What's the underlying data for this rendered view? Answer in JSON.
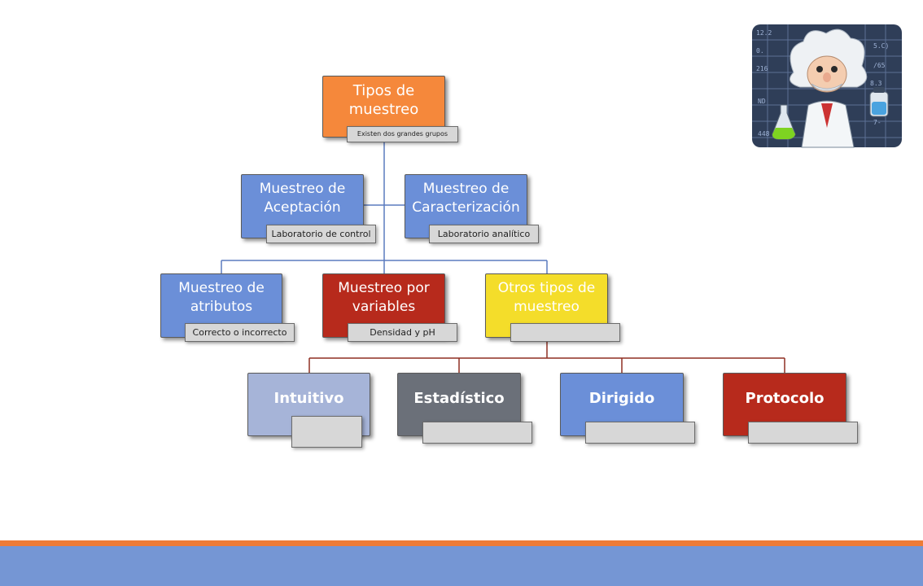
{
  "diagram": {
    "root": {
      "title": "Tipos de muestreo",
      "note": "Existen dos grandes grupos",
      "color": "#f5883b"
    },
    "level2": [
      {
        "title": "Muestreo de Aceptación",
        "note": "Laboratorio de control",
        "color": "#6b8fd8"
      },
      {
        "title": "Muestreo de Caracterización",
        "note": "Laboratorio analítico",
        "color": "#6b8fd8"
      }
    ],
    "level3": [
      {
        "title": "Muestreo de atributos",
        "note": "Correcto o incorrecto",
        "color": "#6b8fd8"
      },
      {
        "title": "Muestreo por variables",
        "note": "Densidad y pH",
        "color": "#b72a1c"
      },
      {
        "title": "Otros tipos de muestreo",
        "note": "",
        "color": "#f4dd2a"
      }
    ],
    "level4": [
      {
        "title": "Intuitivo",
        "note": "",
        "color": "#a6b4d8"
      },
      {
        "title": "Estadístico",
        "note": "",
        "color": "#6b7079"
      },
      {
        "title": "Dirigido",
        "note": "",
        "color": "#6b8fd8"
      },
      {
        "title": "Protocolo",
        "note": "",
        "color": "#b72a1c"
      }
    ]
  },
  "theme": {
    "footer_stripe": "#ee7b36",
    "footer_band": "#7596d4",
    "mascot": "scientist-mascot-icon"
  }
}
